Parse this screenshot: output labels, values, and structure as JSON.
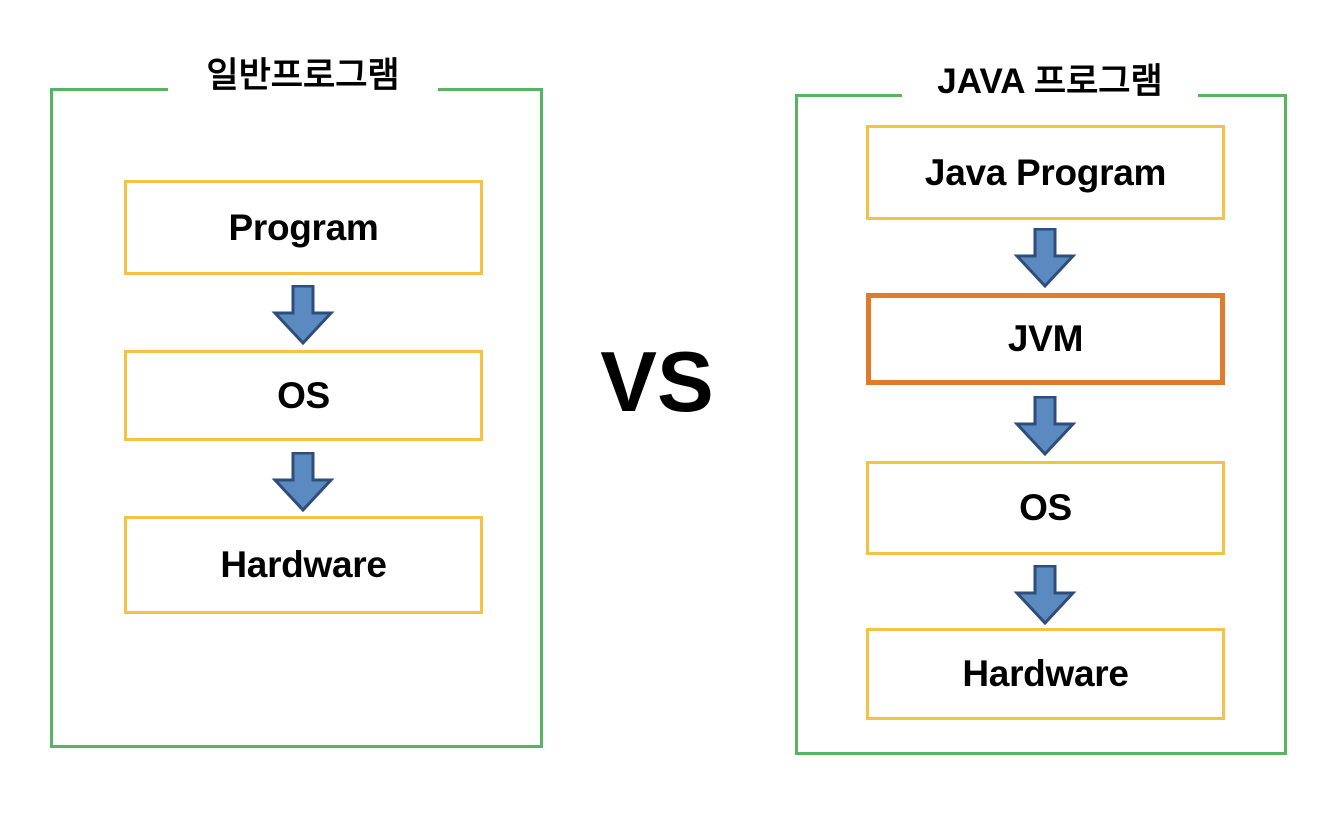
{
  "diagram": {
    "title_left": "일반프로그램",
    "title_right": "JAVA 프로그램",
    "vs_label": "VS",
    "colors": {
      "frame_green": "#56b55e",
      "box_amber": "#f5c242",
      "box_orange": "#e07b2a",
      "arrow_fill": "#5b8ac0",
      "arrow_stroke": "#2e4d7b",
      "text": "#000000",
      "background": "#ffffff"
    },
    "panels": [
      {
        "id": "normal-program",
        "caption": "일반프로그램",
        "layers": [
          {
            "label": "Program",
            "style": "amber"
          },
          {
            "label": "OS",
            "style": "amber"
          },
          {
            "label": "Hardware",
            "style": "amber"
          }
        ],
        "arrow_count": 2
      },
      {
        "id": "java-program",
        "caption": "JAVA 프로그램",
        "layers": [
          {
            "label": "Java Program",
            "style": "amber"
          },
          {
            "label": "JVM",
            "style": "orange"
          },
          {
            "label": "OS",
            "style": "amber"
          },
          {
            "label": "Hardware",
            "style": "amber"
          }
        ],
        "arrow_count": 3
      }
    ]
  }
}
